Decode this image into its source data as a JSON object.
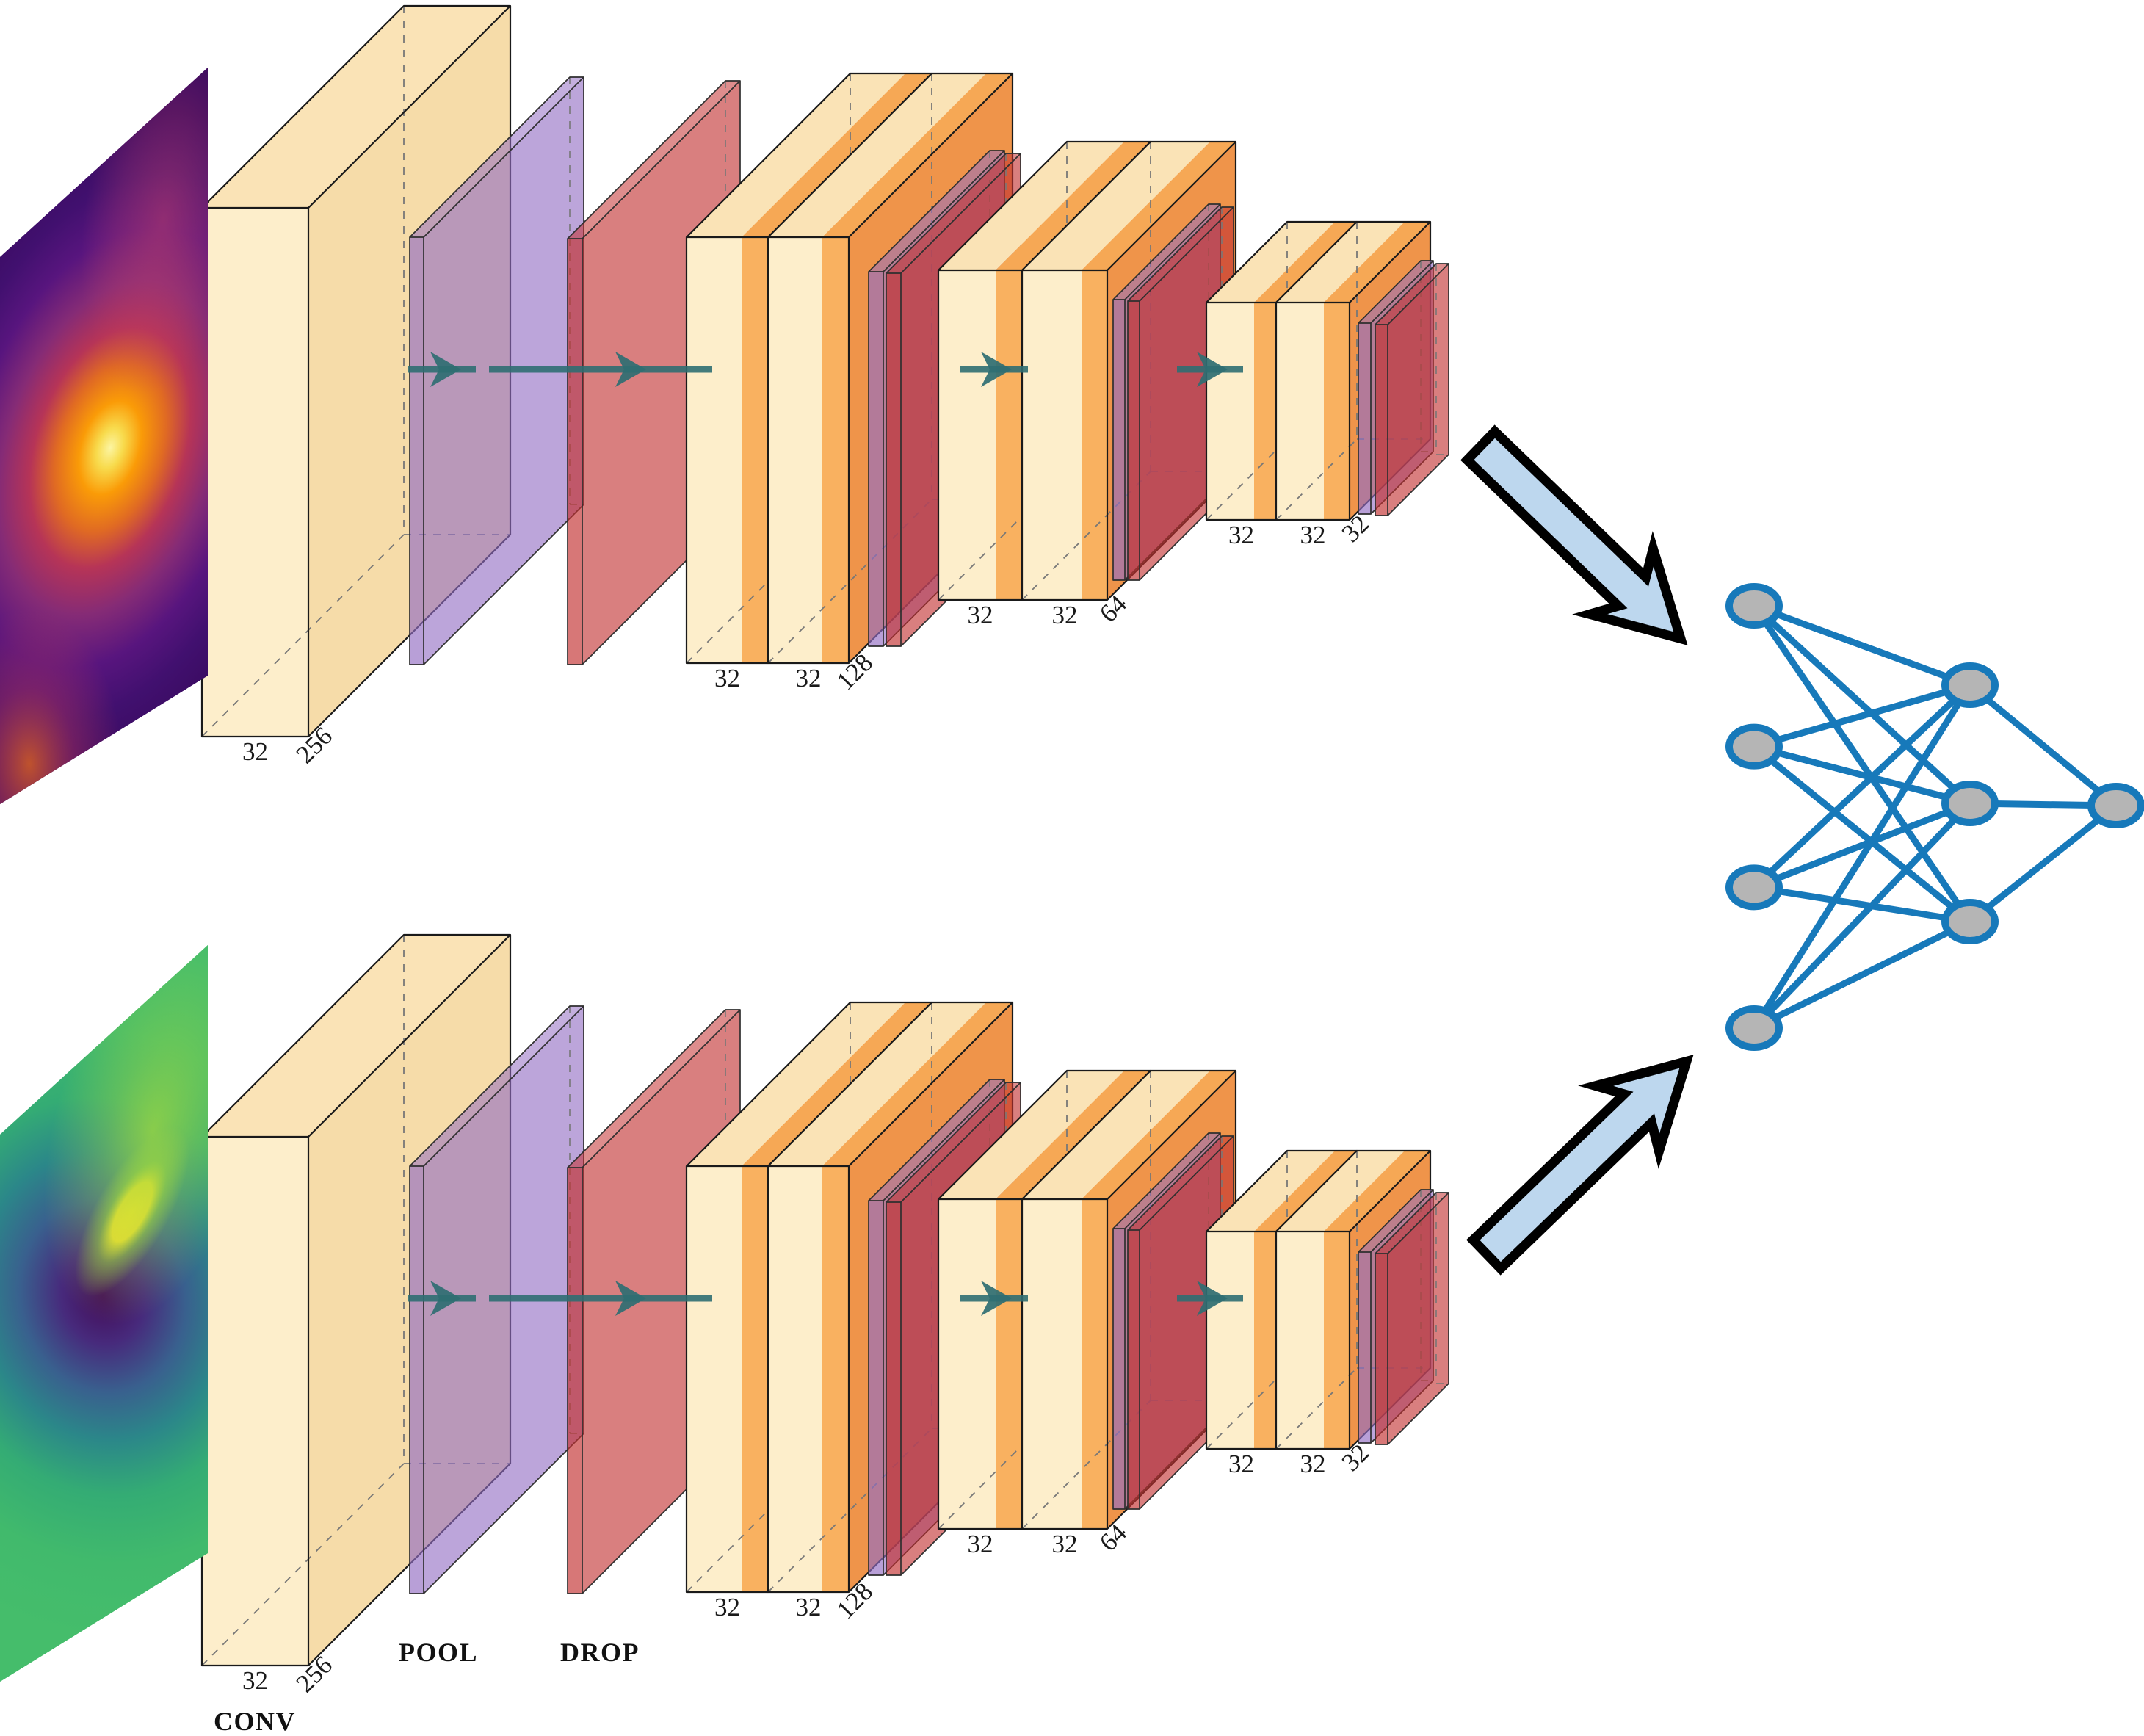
{
  "stage_labels": {
    "conv": "CONV",
    "pool": "POOL",
    "drop": "DROP"
  },
  "branches": [
    {
      "id": "top",
      "input_colormap": "inferno",
      "conv_groups": [
        {
          "dim_labels": [
            "32",
            "256"
          ]
        },
        {
          "dim_labels": [
            "32",
            "32",
            "128"
          ]
        },
        {
          "dim_labels": [
            "32",
            "32",
            "64"
          ]
        },
        {
          "dim_labels": [
            "32",
            "32",
            "32"
          ]
        }
      ]
    },
    {
      "id": "bottom",
      "input_colormap": "viridis",
      "conv_groups": [
        {
          "dim_labels": [
            "32",
            "256"
          ]
        },
        {
          "dim_labels": [
            "32",
            "32",
            "128"
          ]
        },
        {
          "dim_labels": [
            "32",
            "32",
            "64"
          ]
        },
        {
          "dim_labels": [
            "32",
            "32",
            "32"
          ]
        }
      ]
    }
  ],
  "mlp": {
    "input_nodes": 4,
    "hidden_nodes": 3,
    "output_nodes": 1
  },
  "colors": {
    "conv_front": "#FDEECB",
    "conv_top": "#FAE3B6",
    "conv_side": "#F6DCA9",
    "relu_front": "#F9B160",
    "relu_top": "#F6A855",
    "relu_side": "#EF944A",
    "pool_fill": "#936DC3",
    "drop_fill": "#C23030",
    "outline": "#1A1A1A",
    "hidden_edge": "#777777",
    "flow_arrow": "#2F6E72",
    "big_arrow_fill": "#BDD7EE",
    "big_arrow_stroke": "#000000",
    "mlp_edge": "#1779BA",
    "mlp_node_fill": "#B5B5B5",
    "mlp_node_stroke": "#1779BA",
    "label": "#1A1A1A",
    "inferno_base": "#3A0A60",
    "inferno_stops": [
      "#FCF5A2",
      "#F8DB4D",
      "#FA9B07",
      "#E06A23",
      "#B63457",
      "#852B76",
      "#58157E",
      "#41106F",
      "#3A0A60"
    ],
    "inferno_streak": "#C2406A",
    "inferno_glow": "#E0641F",
    "viridis_base": "#45BD6B",
    "viridis_stops": [
      "#440B57",
      "#472A7C",
      "#39608E",
      "#2B8789",
      "#34AC74",
      "#41BA6C",
      "#45BD6B"
    ],
    "viridis_spark": "#FCE52C",
    "viridis_plume": "#9FD83F"
  }
}
